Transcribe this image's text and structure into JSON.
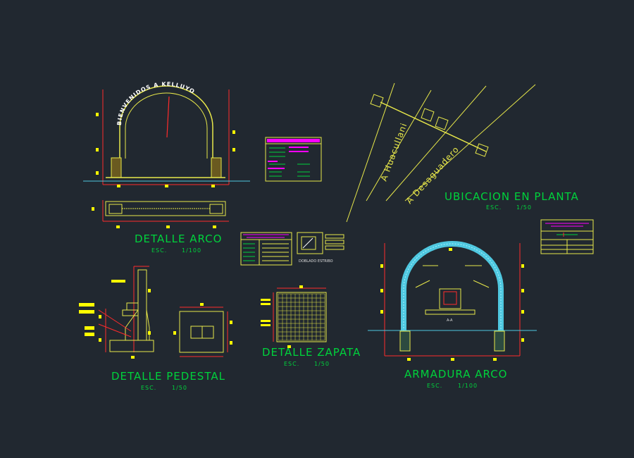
{
  "colors": {
    "background": "#212830",
    "yellow": "#ffff00",
    "green": "#00d23c",
    "red": "#ff2b2b",
    "magenta": "#ff00ff",
    "cyan": "#4fc8e0",
    "white": "#e8e8e8"
  },
  "views": {
    "arco": {
      "title": "DETALLE ARCO",
      "scale_label": "ESC.",
      "scale": "1/100",
      "arch_text": "BIENVENIDOS A KELLUYO"
    },
    "pedestal": {
      "title": "DETALLE PEDESTAL",
      "scale_label": "ESC.",
      "scale": "1/50"
    },
    "zapata": {
      "title": "DETALLE ZAPATA",
      "scale_label": "ESC.",
      "scale": "1/50"
    },
    "armadura": {
      "title": "ARMADURA ARCO",
      "scale_label": "ESC.",
      "scale": "1/100",
      "section_label": "A-A"
    },
    "ubicacion": {
      "title": "UBICACION EN PLANTA",
      "scale_label": "ESC.",
      "scale": "1/50",
      "road_1": "A Huacullani",
      "road_2": "A Desaguadero"
    },
    "estribo": {
      "label": "DOBLADO ESTRIBO"
    }
  }
}
